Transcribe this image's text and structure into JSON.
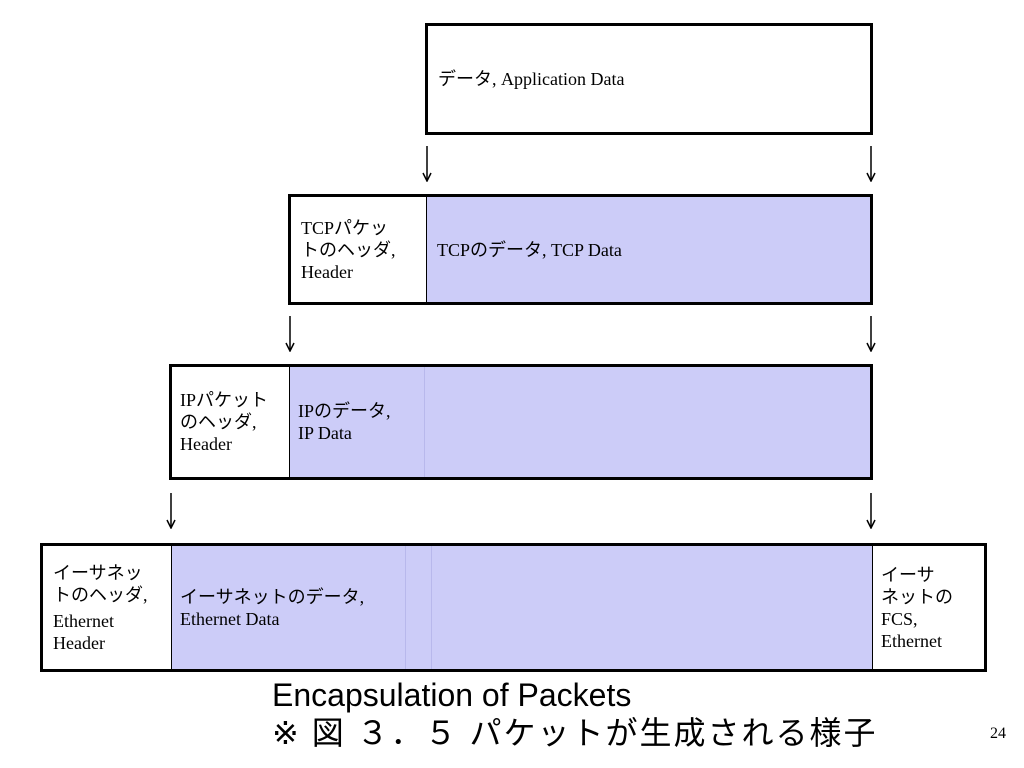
{
  "app_data_box": {
    "text": "データ, Application Data"
  },
  "tcp_box": {
    "header_lines": [
      "TCPパケッ",
      "トのヘッダ,",
      "Header"
    ],
    "data_text": "TCPのデータ, TCP Data"
  },
  "ip_box": {
    "header_lines": [
      "IPパケット",
      "のヘッダ,",
      "Header"
    ],
    "data_lines": [
      "IPのデータ,",
      "IP Data"
    ]
  },
  "ethernet_box": {
    "header_lines": [
      "イーサネッ",
      "トのヘッダ,",
      "Ethernet",
      "Header"
    ],
    "data_lines": [
      "イーサネットのデータ,",
      "Ethernet Data"
    ],
    "trailer_lines": [
      "イーサ",
      "ネットの",
      "FCS,",
      "Ethernet"
    ]
  },
  "caption": {
    "title": "Encapsulation of Packets",
    "subtitle": "※ 図 ３．５ パケットが生成される様子"
  },
  "page_number": "24",
  "colors": {
    "payload_fill": "#ccccf8",
    "header_fill": "#ffffff",
    "border": "#000000"
  }
}
